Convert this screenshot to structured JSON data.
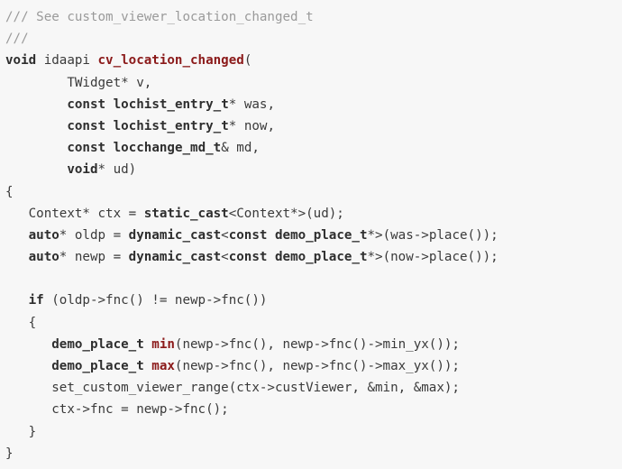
{
  "code": {
    "lines": [
      [
        {
          "text": "/// See custom_viewer_location_changed_t",
          "c": "comment"
        }
      ],
      [
        {
          "text": "///",
          "c": "comment"
        }
      ],
      [
        {
          "text": "void",
          "c": "kw"
        },
        {
          "text": " idaapi ",
          "c": "t"
        },
        {
          "text": "cv_location_changed",
          "c": "fn"
        },
        {
          "text": "(",
          "c": "t"
        }
      ],
      [
        {
          "text": "        TWidget* v,",
          "c": "t"
        }
      ],
      [
        {
          "text": "        ",
          "c": "t"
        },
        {
          "text": "const",
          "c": "kw"
        },
        {
          "text": " ",
          "c": "t"
        },
        {
          "text": "lochist_entry_t",
          "c": "kw"
        },
        {
          "text": "* was,",
          "c": "t"
        }
      ],
      [
        {
          "text": "        ",
          "c": "t"
        },
        {
          "text": "const",
          "c": "kw"
        },
        {
          "text": " ",
          "c": "t"
        },
        {
          "text": "lochist_entry_t",
          "c": "kw"
        },
        {
          "text": "* now,",
          "c": "t"
        }
      ],
      [
        {
          "text": "        ",
          "c": "t"
        },
        {
          "text": "const",
          "c": "kw"
        },
        {
          "text": " ",
          "c": "t"
        },
        {
          "text": "locchange_md_t",
          "c": "kw"
        },
        {
          "text": "& md,",
          "c": "t"
        }
      ],
      [
        {
          "text": "        ",
          "c": "t"
        },
        {
          "text": "void",
          "c": "kw"
        },
        {
          "text": "* ud)",
          "c": "t"
        }
      ],
      [
        {
          "text": "{",
          "c": "t"
        }
      ],
      [
        {
          "text": "   Context* ctx = ",
          "c": "t"
        },
        {
          "text": "static_cast",
          "c": "kw"
        },
        {
          "text": "<Context*>(ud);",
          "c": "t"
        }
      ],
      [
        {
          "text": "   ",
          "c": "t"
        },
        {
          "text": "auto",
          "c": "kw"
        },
        {
          "text": "* oldp = ",
          "c": "t"
        },
        {
          "text": "dynamic_cast",
          "c": "kw"
        },
        {
          "text": "<",
          "c": "t"
        },
        {
          "text": "const",
          "c": "kw"
        },
        {
          "text": " ",
          "c": "t"
        },
        {
          "text": "demo_place_t",
          "c": "kw"
        },
        {
          "text": "*>(was->place());",
          "c": "t"
        }
      ],
      [
        {
          "text": "   ",
          "c": "t"
        },
        {
          "text": "auto",
          "c": "kw"
        },
        {
          "text": "* newp = ",
          "c": "t"
        },
        {
          "text": "dynamic_cast",
          "c": "kw"
        },
        {
          "text": "<",
          "c": "t"
        },
        {
          "text": "const",
          "c": "kw"
        },
        {
          "text": " ",
          "c": "t"
        },
        {
          "text": "demo_place_t",
          "c": "kw"
        },
        {
          "text": "*>(now->place());",
          "c": "t"
        }
      ],
      [
        {
          "text": "",
          "c": "t"
        }
      ],
      [
        {
          "text": "   ",
          "c": "t"
        },
        {
          "text": "if",
          "c": "kw"
        },
        {
          "text": " (oldp->fnc() != newp->fnc())",
          "c": "t"
        }
      ],
      [
        {
          "text": "   {",
          "c": "t"
        }
      ],
      [
        {
          "text": "      ",
          "c": "t"
        },
        {
          "text": "demo_place_t",
          "c": "kw"
        },
        {
          "text": " ",
          "c": "t"
        },
        {
          "text": "min",
          "c": "fn"
        },
        {
          "text": "(newp->fnc(), newp->fnc()->min_yx());",
          "c": "t"
        }
      ],
      [
        {
          "text": "      ",
          "c": "t"
        },
        {
          "text": "demo_place_t",
          "c": "kw"
        },
        {
          "text": " ",
          "c": "t"
        },
        {
          "text": "max",
          "c": "fn"
        },
        {
          "text": "(newp->fnc(), newp->fnc()->max_yx());",
          "c": "t"
        }
      ],
      [
        {
          "text": "      set_custom_viewer_range(ctx->custViewer, &min, &max);",
          "c": "t"
        }
      ],
      [
        {
          "text": "      ctx->fnc = newp->fnc();",
          "c": "t"
        }
      ],
      [
        {
          "text": "   }",
          "c": "t"
        }
      ],
      [
        {
          "text": "}",
          "c": "t"
        }
      ]
    ]
  }
}
